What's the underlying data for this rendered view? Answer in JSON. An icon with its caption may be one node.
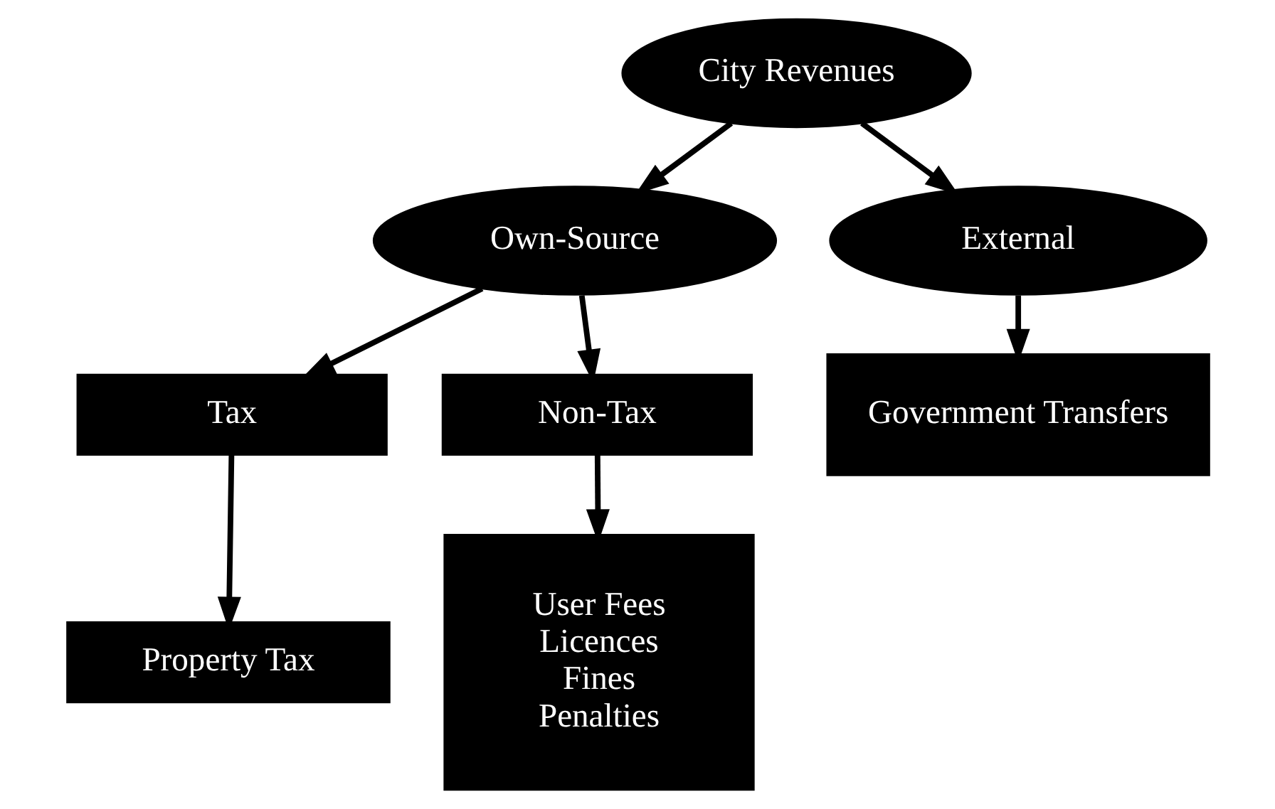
{
  "diagram": {
    "nodes": [
      {
        "text": [
          "City Revenues"
        ]
      },
      {
        "text": [
          "Own-Source"
        ]
      },
      {
        "text": [
          "External"
        ]
      },
      {
        "text": [
          "Tax"
        ]
      },
      {
        "text": [
          "Non-Tax"
        ]
      },
      {
        "text": [
          "Government Transfers"
        ]
      },
      {
        "text": [
          "Property Tax"
        ]
      },
      {
        "text": [
          "User Fees",
          "Licences",
          "Fines",
          "Penalties"
        ]
      }
    ],
    "edges": [
      {
        "from": 0,
        "to": 1,
        "arrow": "to"
      },
      {
        "from": 0,
        "to": 2,
        "arrow": "to"
      },
      {
        "from": 1,
        "to": 3,
        "arrow": "to"
      },
      {
        "from": 1,
        "to": 4,
        "arrow": "to"
      },
      {
        "from": 2,
        "to": 5,
        "arrow": "to"
      },
      {
        "from": 3,
        "to": 6,
        "arrow": "to"
      },
      {
        "from": 4,
        "to": 7,
        "arrow": "to"
      }
    ]
  }
}
